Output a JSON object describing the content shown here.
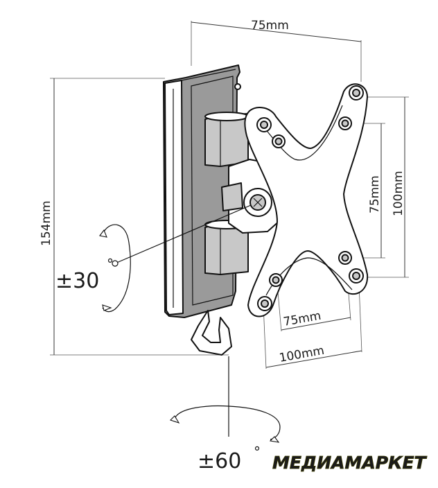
{
  "dimensions": {
    "top_width": "75mm",
    "right_inner_height": "75mm",
    "right_outer_height": "100mm",
    "bottom_inner_width": "75mm",
    "bottom_outer_width": "100mm",
    "overall_height": "154mm"
  },
  "rotation": {
    "tilt_label": "±30",
    "swivel_label": "±60",
    "degree_symbol": "°"
  },
  "brand": {
    "logo_text": "МЕДИАМАРКЕТ",
    "logo_color": "#f2e21c"
  },
  "colors": {
    "line": "#111111",
    "dark_fill": "#9a9a9a",
    "mid_fill": "#c8c8c8"
  }
}
